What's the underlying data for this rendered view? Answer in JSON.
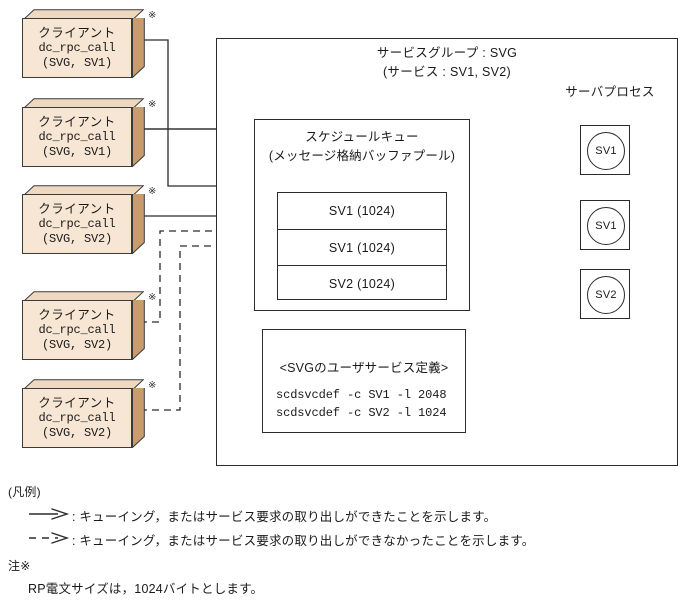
{
  "clients": [
    {
      "name": "client-1",
      "title": "クライアント",
      "call": "dc_rpc_call",
      "args": "(SVG, SV1)",
      "marker": "※",
      "link_style": "solid"
    },
    {
      "name": "client-2",
      "title": "クライアント",
      "call": "dc_rpc_call",
      "args": "(SVG, SV1)",
      "marker": "※",
      "link_style": "solid"
    },
    {
      "name": "client-3",
      "title": "クライアント",
      "call": "dc_rpc_call",
      "args": "(SVG, SV2)",
      "marker": "※",
      "link_style": "solid"
    },
    {
      "name": "client-4",
      "title": "クライアント",
      "call": "dc_rpc_call",
      "args": "(SVG, SV2)",
      "marker": "※",
      "link_style": "dashed"
    },
    {
      "name": "client-5",
      "title": "クライアント",
      "call": "dc_rpc_call",
      "args": "(SVG, SV2)",
      "marker": "※",
      "link_style": "dashed"
    }
  ],
  "service_group": {
    "title_line1": "サービスグループ : SVG",
    "title_line2": "(サービス : SV1, SV2)"
  },
  "server_process": {
    "heading": "サーバプロセス",
    "boxes": [
      {
        "label": "SV1"
      },
      {
        "label": "SV1"
      },
      {
        "label": "SV2"
      }
    ]
  },
  "schedule_queue": {
    "title_line1": "スケジュールキュー",
    "title_line2": "(メッセージ格納バッファプール)",
    "slots": [
      "SV1 (1024)",
      "SV1 (1024)",
      "SV2 (1024)"
    ]
  },
  "service_definition": {
    "title": "<SVGのユーザサービス定義>",
    "lines": [
      "scdsvcdef -c SV1 -l 2048",
      "scdsvcdef -c SV2 -l 1024"
    ]
  },
  "legend": {
    "heading": "(凡例)",
    "rows": [
      {
        "style": "solid",
        "text": ": キューイング，またはサービス要求の取り出しができたことを示します。"
      },
      {
        "style": "dashed",
        "text": ": キューイング，またはサービス要求の取り出しができなかったことを示します。"
      }
    ]
  },
  "note": {
    "heading": "注※",
    "body": "RP電文サイズは，1024バイトとします。"
  },
  "colors": {
    "box_front": "#f7e6d4",
    "box_top": "#eed9c0",
    "box_right": "#c99c6d",
    "outline": "#2b2b2b"
  }
}
